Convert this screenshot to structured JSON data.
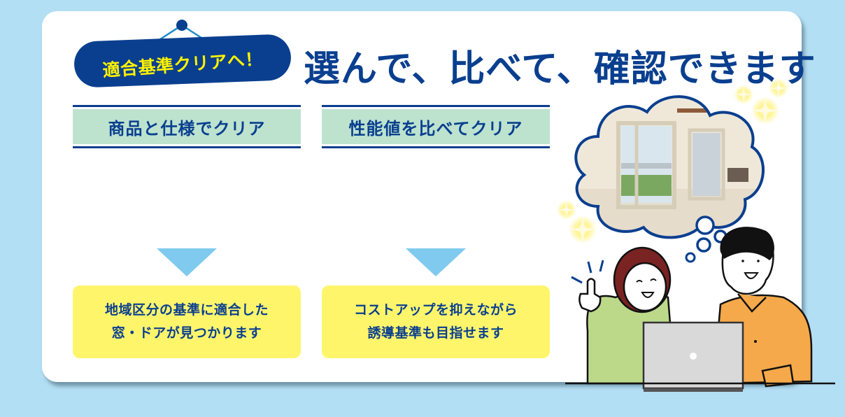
{
  "colors": {
    "background": "#b3dff4",
    "card": "#ffffff",
    "navy": "#0a3f8f",
    "tag_text": "#fff200",
    "header_fill": "#bde3cf",
    "arrow": "#7fcaee",
    "result_fill": "#fff56b"
  },
  "tag": {
    "label": "適合基準クリアへ！",
    "icon": "pin-icon"
  },
  "headline": "選んで、比べて、確認できます",
  "columns": [
    {
      "header": "商品と仕様でクリア",
      "arrow_icon": "arrow-down-icon",
      "result_lines": [
        "地域区分の基準に適合した",
        "窓・ドアが見つかります"
      ]
    },
    {
      "header": "性能値を比べてクリア",
      "arrow_icon": "arrow-down-icon",
      "result_lines": [
        "コストアップを抑えながら",
        "誘導基準も目指せます"
      ]
    }
  ],
  "illustration": {
    "thought_bubble": "window-room-photo",
    "people": [
      "woman-pointing",
      "man-smiling"
    ],
    "device": "laptop-icon",
    "sparkles": "sparkle-icon"
  }
}
